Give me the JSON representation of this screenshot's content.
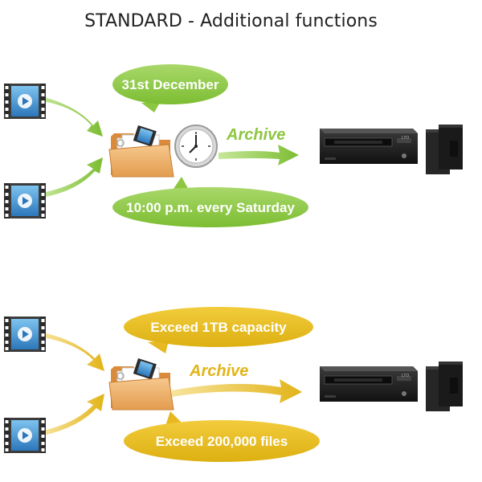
{
  "title": "STANDARD - Additional functions",
  "schedule_section": {
    "bubble_top": "31st December",
    "bubble_bottom": "10:00 p.m. every Saturday",
    "archive_label": "Archive",
    "accent_color": "#8dc63f",
    "icon_names": [
      "video-file-icon",
      "video-file-icon",
      "folder-icon",
      "clock-icon",
      "tape-drive-icon",
      "tape-cartridge-icon"
    ]
  },
  "threshold_section": {
    "bubble_top": "Exceed 1TB capacity",
    "bubble_bottom": "Exceed 200,000 files",
    "archive_label": "Archive",
    "accent_color": "#e8b820",
    "icon_names": [
      "video-file-icon",
      "video-file-icon",
      "folder-icon",
      "tape-drive-icon",
      "tape-cartridge-icon"
    ]
  },
  "device_label": "LTO"
}
